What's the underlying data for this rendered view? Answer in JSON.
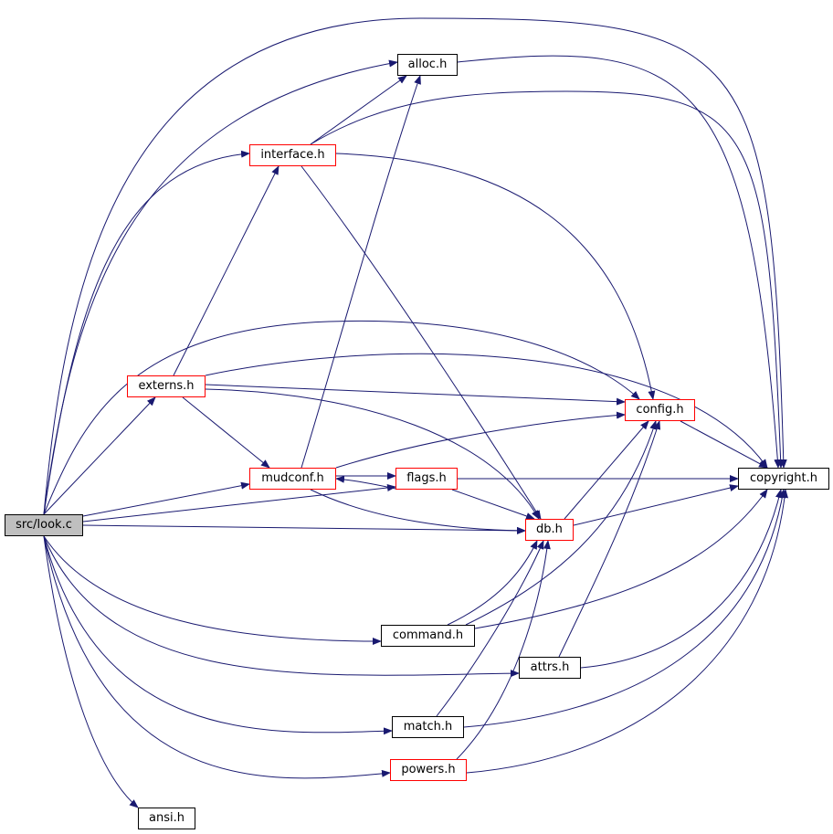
{
  "graph": {
    "nodes": [
      {
        "id": "look",
        "label": "src/look.c",
        "current": true
      },
      {
        "id": "alloc",
        "label": "alloc.h"
      },
      {
        "id": "interface",
        "label": "interface.h",
        "red": true
      },
      {
        "id": "externs",
        "label": "externs.h",
        "red": true
      },
      {
        "id": "config",
        "label": "config.h",
        "red": true
      },
      {
        "id": "mudconf",
        "label": "mudconf.h",
        "red": true
      },
      {
        "id": "flags",
        "label": "flags.h",
        "red": true
      },
      {
        "id": "copyright",
        "label": "copyright.h"
      },
      {
        "id": "db",
        "label": "db.h",
        "red": true
      },
      {
        "id": "command",
        "label": "command.h"
      },
      {
        "id": "attrs",
        "label": "attrs.h"
      },
      {
        "id": "match",
        "label": "match.h"
      },
      {
        "id": "powers",
        "label": "powers.h",
        "red": true
      },
      {
        "id": "ansi",
        "label": "ansi.h"
      }
    ],
    "edges": [
      [
        "look",
        "alloc"
      ],
      [
        "look",
        "interface"
      ],
      [
        "look",
        "externs"
      ],
      [
        "look",
        "mudconf"
      ],
      [
        "look",
        "flags"
      ],
      [
        "look",
        "db"
      ],
      [
        "look",
        "config"
      ],
      [
        "look",
        "copyright"
      ],
      [
        "look",
        "command"
      ],
      [
        "look",
        "attrs"
      ],
      [
        "look",
        "match"
      ],
      [
        "look",
        "powers"
      ],
      [
        "look",
        "ansi"
      ],
      [
        "interface",
        "alloc"
      ],
      [
        "interface",
        "copyright"
      ],
      [
        "interface",
        "config"
      ],
      [
        "interface",
        "db"
      ],
      [
        "externs",
        "interface"
      ],
      [
        "externs",
        "config"
      ],
      [
        "externs",
        "copyright"
      ],
      [
        "externs",
        "mudconf"
      ],
      [
        "externs",
        "db"
      ],
      [
        "mudconf",
        "alloc"
      ],
      [
        "mudconf",
        "config"
      ],
      [
        "mudconf",
        "flags"
      ],
      [
        "mudconf",
        "db"
      ],
      [
        "flags",
        "mudconf"
      ],
      [
        "flags",
        "copyright"
      ],
      [
        "flags",
        "db"
      ],
      [
        "config",
        "copyright"
      ],
      [
        "db",
        "config"
      ],
      [
        "db",
        "copyright"
      ],
      [
        "command",
        "db"
      ],
      [
        "command",
        "config"
      ],
      [
        "command",
        "copyright"
      ],
      [
        "attrs",
        "config"
      ],
      [
        "attrs",
        "copyright"
      ],
      [
        "match",
        "db"
      ],
      [
        "match",
        "copyright"
      ],
      [
        "powers",
        "db"
      ],
      [
        "powers",
        "copyright"
      ],
      [
        "alloc",
        "copyright"
      ]
    ],
    "colors": {
      "edge": "#191970",
      "red_border": "#ff0000",
      "current_fill": "#bfbfbf"
    }
  }
}
